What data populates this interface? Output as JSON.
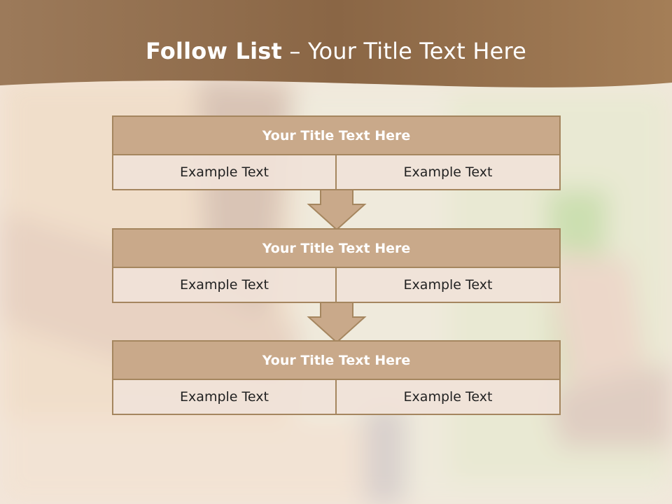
{
  "slide": {
    "title_bold": "Follow List",
    "title_rest": " – Your Title Text Here"
  },
  "steps": [
    {
      "title": "Your Title Text Here",
      "left": "Example Text",
      "right": "Example Text"
    },
    {
      "title": "Your Title Text Here",
      "left": "Example Text",
      "right": "Example Text"
    },
    {
      "title": "Your Title Text Here",
      "left": "Example Text",
      "right": "Example Text"
    }
  ],
  "colors": {
    "header_band": "#8a6645",
    "box_title": "#c9a98a",
    "box_border": "#a5865f",
    "cell_fill": "#f0e2d8",
    "arrow_fill": "#c9a98a"
  }
}
